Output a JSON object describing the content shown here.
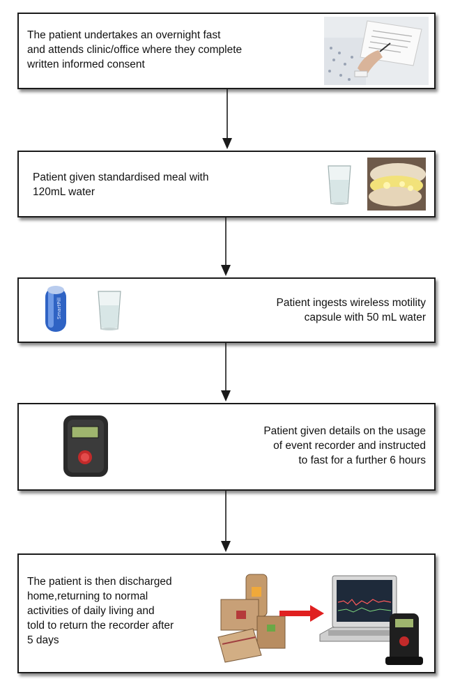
{
  "steps": [
    {
      "lines": [
        "The patient undertakes an overnight fast",
        "and attends clinic/office where they complete",
        "written informed consent"
      ]
    },
    {
      "lines": [
        "Patient given standardised meal with",
        "120mL water"
      ]
    },
    {
      "lines": [
        "Patient ingests wireless motility",
        "capsule with 50 mL water"
      ]
    },
    {
      "lines": [
        "Patient given details on the usage",
        "of event recorder and instructed",
        "to fast for a further 6 hours"
      ]
    },
    {
      "lines": [
        "The patient is then discharged",
        "home,returning to normal",
        "activities of daily living and",
        "told to return the recorder after",
        "5 days"
      ]
    }
  ],
  "icons": {
    "consent": "patient-signing-consent-photo",
    "water": "water-glass-icon",
    "meal": "egg-sandwich-photo",
    "capsule": "motility-capsule-icon",
    "recorder": "event-recorder-icon",
    "packages": "return-packages-icon",
    "transfer_arrow": "red-arrow-icon",
    "laptop": "laptop-recorder-dock-icon"
  },
  "colors": {
    "border": "#1a1a1a",
    "accent_arrow": "#e02020"
  }
}
